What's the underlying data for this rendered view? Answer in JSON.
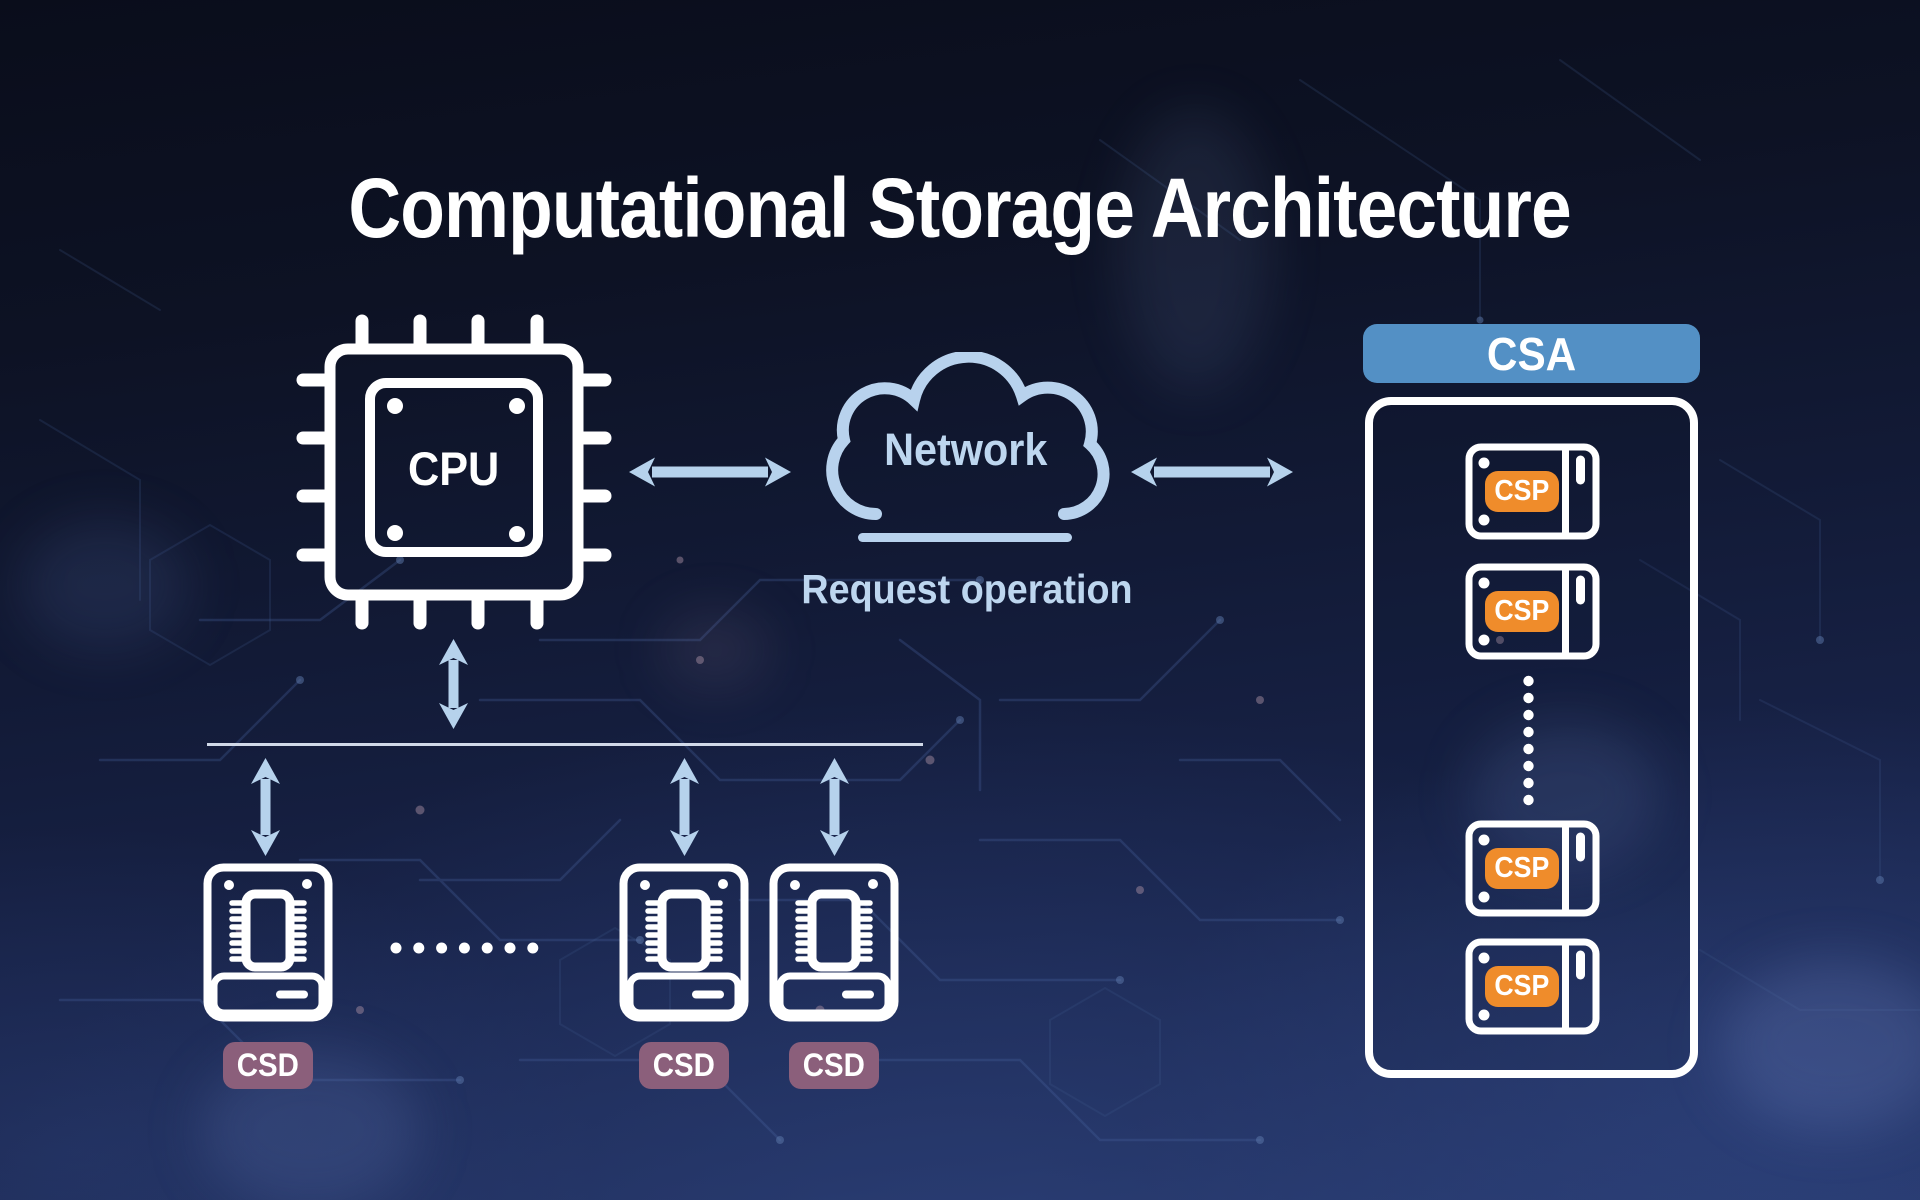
{
  "title": "Computational Storage Architecture",
  "cpu": {
    "label": "CPU"
  },
  "network": {
    "label": "Network",
    "request_label": "Request operation"
  },
  "csa": {
    "header": "CSA",
    "drives": [
      {
        "label": "CSP"
      },
      {
        "label": "CSP"
      },
      {
        "label": "CSP"
      },
      {
        "label": "CSP"
      }
    ]
  },
  "csd_drives": [
    {
      "label": "CSD"
    },
    {
      "label": "CSD"
    },
    {
      "label": "CSD"
    }
  ],
  "icons": {
    "cpu": "cpu-chip-icon",
    "network": "cloud-icon",
    "csp_drive": "ssd-drive-icon",
    "csd_drive": "storage-drive-chip-icon",
    "bidirectional_arrow": "double-arrow-icon",
    "horizontal_ellipsis": "horizontal-ellipsis-icon",
    "vertical_ellipsis": "vertical-ellipsis-icon"
  },
  "colors": {
    "accent_light_blue": "#b8d2ed",
    "csa_header_blue": "#5390c5",
    "csp_orange": "#ef8c2b",
    "csd_plum": "#8b5f7b",
    "outline_white": "#ffffff",
    "background_navy": "#131c3a"
  }
}
